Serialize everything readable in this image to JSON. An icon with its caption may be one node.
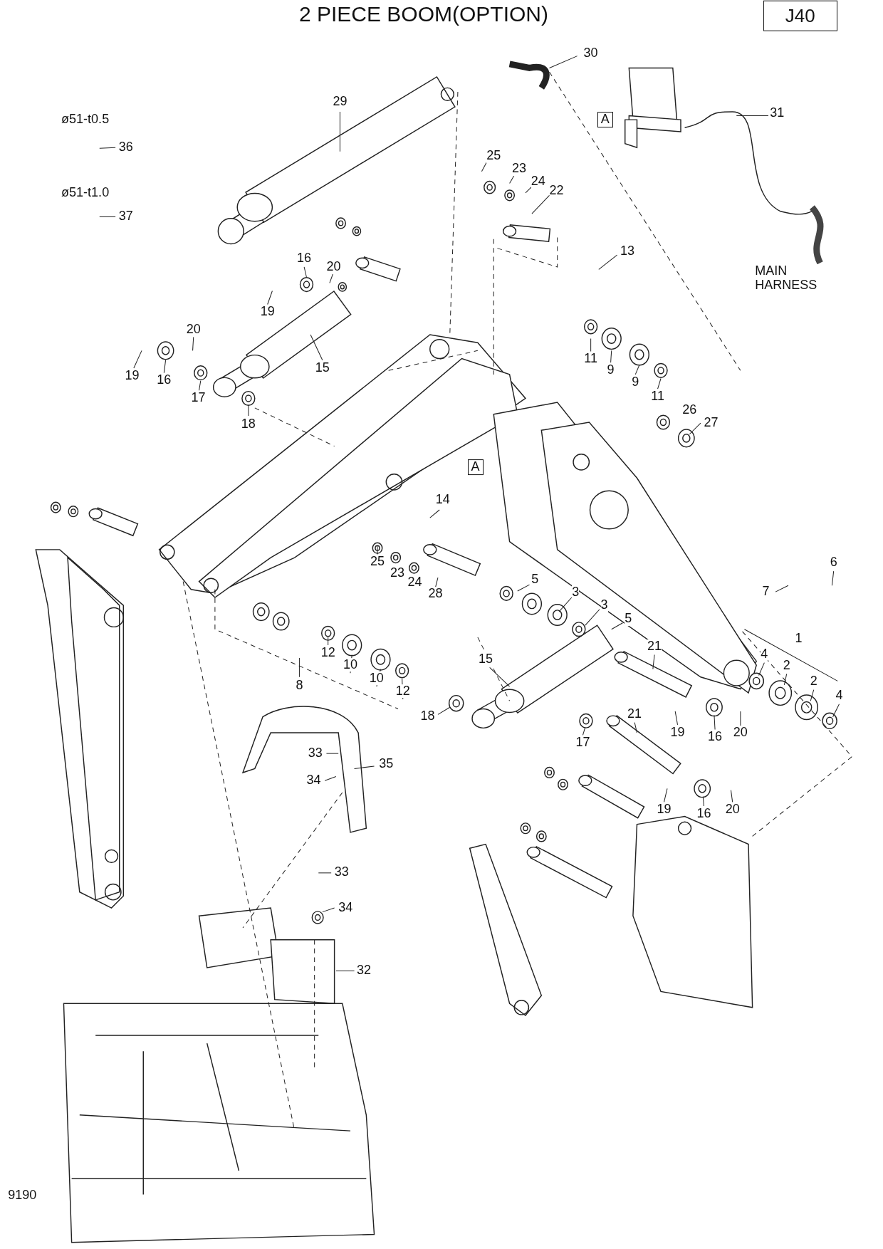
{
  "diagram": {
    "title": "2 PIECE BOOM(OPTION)",
    "labels": [
      "J40",
      "30",
      "ø51-t0.5",
      "36",
      "29",
      "A",
      "31",
      "25",
      "23",
      "24",
      "22",
      "ø51-t1.0",
      "37",
      "13",
      "16",
      "20",
      "MAIN HARNESS",
      "19",
      "20",
      "11",
      "9",
      "9",
      "11",
      "15",
      "19",
      "16",
      "17",
      "18",
      "26",
      "27",
      "A",
      "14",
      "25",
      "23",
      "24",
      "28",
      "6",
      "7",
      "5",
      "3",
      "3",
      "5",
      "1",
      "4",
      "2",
      "2",
      "4",
      "15",
      "21",
      "12",
      "10",
      "10",
      "12",
      "8",
      "18",
      "19",
      "16",
      "20",
      "17",
      "21",
      "33",
      "34",
      "35",
      "19",
      "16",
      "20",
      "33",
      "34",
      "32",
      "9190"
    ]
  }
}
